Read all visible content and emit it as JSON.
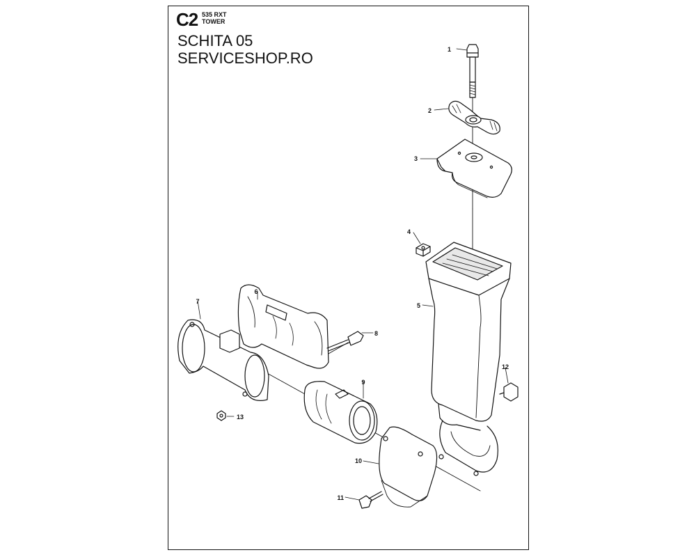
{
  "header": {
    "code": "C2",
    "model_line1": "535 RXT",
    "model_line2": "TOWER"
  },
  "title": {
    "line1": "SCHITA 05",
    "line2": "SERVICESHOP.RO"
  },
  "callouts": [
    "1",
    "2",
    "3",
    "4",
    "5",
    "6",
    "7",
    "8",
    "9",
    "10",
    "11",
    "12",
    "13"
  ],
  "colors": {
    "line": "#111111",
    "shade": "#d9d9d9",
    "dark": "#555555"
  }
}
